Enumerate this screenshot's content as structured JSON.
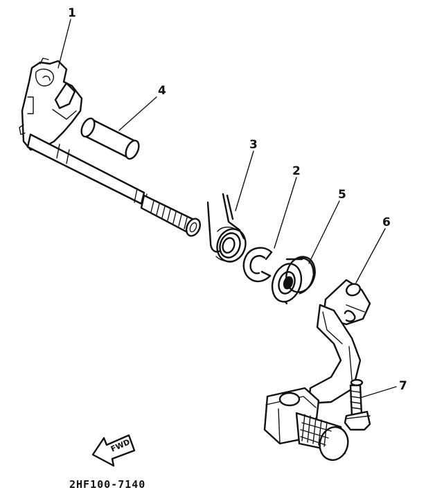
{
  "callouts": [
    {
      "number": "1"
    },
    {
      "number": "2"
    },
    {
      "number": "3"
    },
    {
      "number": "4"
    },
    {
      "number": "5"
    },
    {
      "number": "6"
    },
    {
      "number": "7"
    }
  ],
  "fwd_label": "FWD",
  "drawing_code": "2HF100-7140",
  "colors": {
    "ink": "#111111",
    "paper": "#ffffff"
  }
}
